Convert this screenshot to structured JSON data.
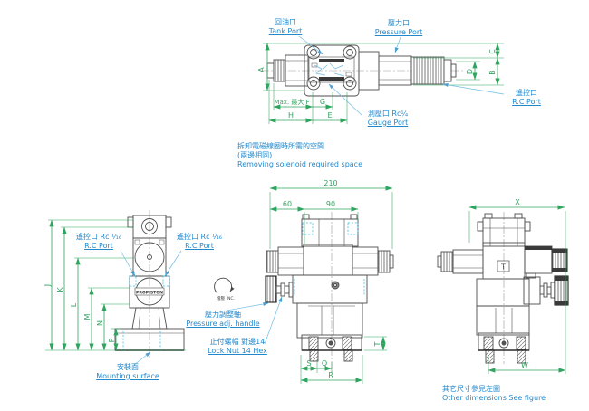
{
  "colors": {
    "dimension_green": "#2fa45f",
    "annotation_blue": "#2288cc",
    "drawing_gray": "#4d4d4d",
    "highlight_cyan": "#49bfe3"
  },
  "callouts": {
    "tank_port": {
      "zh": "回油口",
      "en": "Tank Port"
    },
    "pressure_port": {
      "zh": "壓力口",
      "en": "Pressure Port"
    },
    "rc_port_top": {
      "zh": "遙控口",
      "en": "R.C Port"
    },
    "gauge_port": {
      "zh": "測壓口 Rc¼",
      "en": "Gauge Port"
    },
    "rc_port_left": {
      "zh": "遙控口  Rc ¹⁄₁₆",
      "en": "R.C Port"
    },
    "rc_port_right": {
      "zh": "遙控口  Rc ¹⁄₁₆",
      "en": "R.C Port"
    },
    "pressure_handle": {
      "zh": "壓力調整軸",
      "en": "Pressure adj. handle"
    },
    "lock_nut": {
      "zh": "止付螺帽  對邊14",
      "en": "Lock Nut 14 Hex"
    },
    "mounting_surface": {
      "zh": "安裝面",
      "en": "Mounting surface"
    },
    "increase_note": "增壓 INC."
  },
  "notes": {
    "removing_space": {
      "line1": "拆卸電磁線圈時所需的空間",
      "line2": "(兩邊相同)",
      "line3": "Removing solenoid  required space"
    },
    "other_dimensions": {
      "zh": "其它尺寸參見左圖",
      "en": "Other dimensions See figure"
    }
  },
  "drawing_text": {
    "brand": "PROPISTON",
    "port_label_t": "T"
  },
  "dimensions": {
    "top_view": {
      "a": "A",
      "b": "B",
      "c": "C",
      "d": "D",
      "max_f": "Max. 最大 F",
      "g": "G",
      "h": "H",
      "e": "E"
    },
    "front_view": {
      "total_width": "210",
      "width_left": "60",
      "width_right": "90",
      "s": "S",
      "q": "Q",
      "r": "R",
      "t": "T"
    },
    "left_view": {
      "j": "J",
      "k": "K",
      "l": "L",
      "m": "M",
      "n": "N",
      "p": "P"
    },
    "right_view": {
      "x": "X",
      "w": "W"
    }
  }
}
